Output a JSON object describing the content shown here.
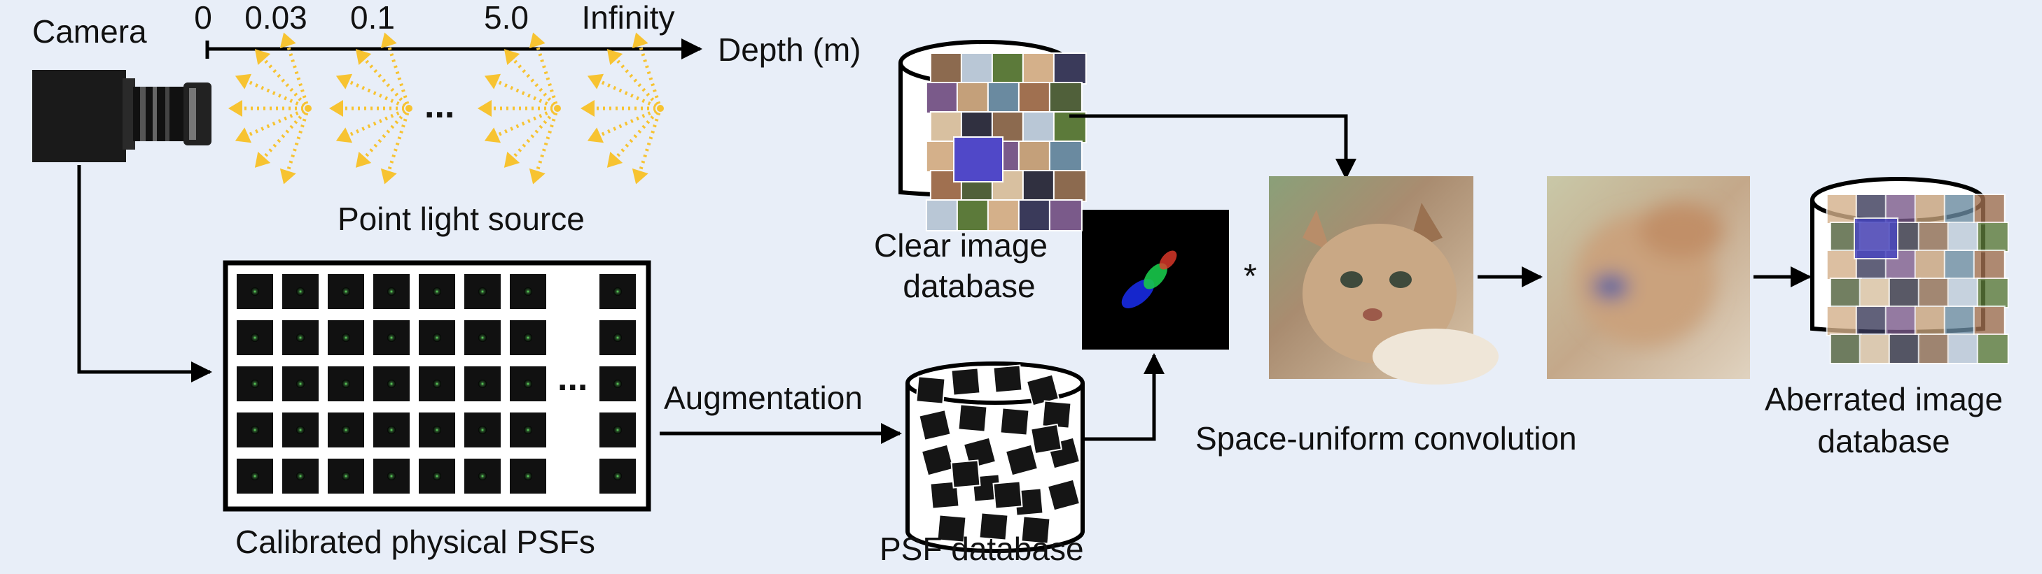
{
  "labels": {
    "camera": "Camera",
    "depth_axis": "Depth (m)",
    "ticks": [
      "0",
      "0.03",
      "0.1",
      "5.0",
      "Infinity"
    ],
    "ellipsis": "...",
    "point_light": "Point light source",
    "clear_db_line1": "Clear image",
    "clear_db_line2": "database",
    "augmentation": "Augmentation",
    "calibrated": "Calibrated physical PSFs",
    "psf_db": "PSF database",
    "conv_op": "*",
    "space_uniform": "Space-uniform convolution",
    "aberrated_line1": "Aberrated image",
    "aberrated_line2": "database"
  },
  "colors": {
    "light_source": "#f7c331",
    "background": "#e8eef8",
    "line": "#000000"
  },
  "icons": {
    "camera": "camera-icon",
    "light": "point-light-icon",
    "database": "cylinder-database-icon"
  }
}
